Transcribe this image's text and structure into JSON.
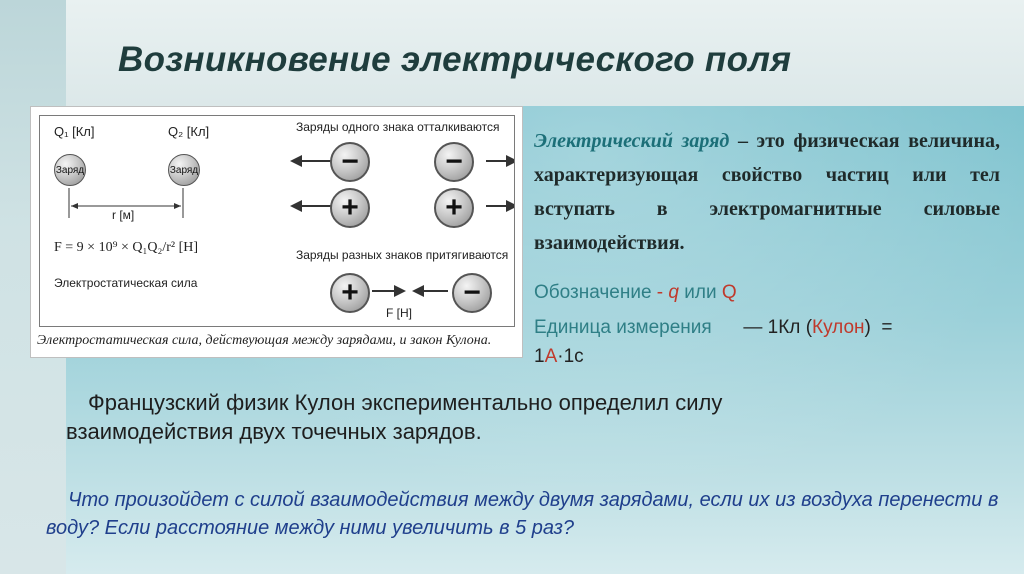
{
  "title": "Возникновение электрического поля",
  "figure": {
    "q1_label": "Q₁ [Кл]",
    "q2_label": "Q₂ [Кл]",
    "charge_word": "Заряд",
    "distance_label": "r [м]",
    "formula": "F = 9 × 10⁹ × Q₁Q₂/r² [Н]",
    "force_name": "Электростатическая сила",
    "like_repel": "Заряды одного знака отталкиваются",
    "unlike_attract": "Заряды разных знаков притягиваются",
    "force_label": "F [Н]",
    "minus": "−",
    "plus": "+",
    "caption": "Электростатическая сила, действующая между зарядами, и закон Кулона."
  },
  "definition": {
    "term": "Электрический заряд",
    "text": " – это физическая величина, характеризующая свойство частиц или тел вступать в электромагнитные силовые взаимодействия."
  },
  "notation": {
    "label": "Обозначение",
    "dash": "-",
    "q_lower": "q",
    "or": "или",
    "q_upper": "Q"
  },
  "unit": {
    "label": "Единица измерения",
    "dash": "—",
    "value": "1Кл",
    "open": "(",
    "name": "Кулон",
    "close": ")",
    "eq": "=",
    "one": "1",
    "ampere": "А",
    "rest": "·1с"
  },
  "paragraph": "Французский физик Кулон экспериментально определил силу взаимодействия двух точечных зарядов.",
  "question": "Что произойдет с силой взаимодействия между двумя зарядами, если их из воздуха перенести в воду? Если расстояние между ними увеличить в 5 раз?",
  "colors": {
    "title": "#1f3d3d",
    "term": "#1c6f78",
    "accent": "#2f7f86",
    "red": "#c0392b",
    "question": "#1f3f8c"
  }
}
